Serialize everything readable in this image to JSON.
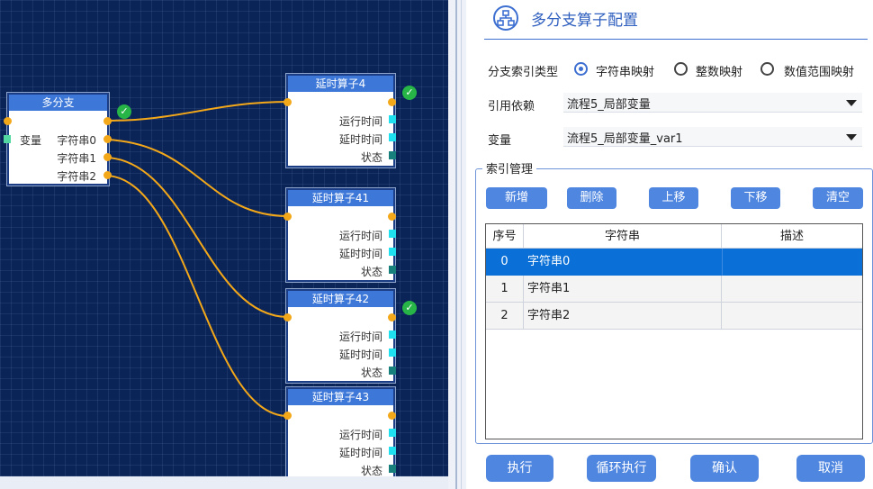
{
  "canvas": {
    "multi_branch_node": {
      "title": "多分支",
      "input_label": "变量",
      "outputs": [
        "字符串0",
        "字符串1",
        "字符串2"
      ]
    },
    "delay_nodes": [
      {
        "title": "延时算子4",
        "rows": [
          "运行时间",
          "延时时间",
          "状态"
        ],
        "checked": true
      },
      {
        "title": "延时算子41",
        "rows": [
          "运行时间",
          "延时时间",
          "状态"
        ],
        "checked": false
      },
      {
        "title": "延时算子42",
        "rows": [
          "运行时间",
          "延时时间",
          "状态"
        ],
        "checked": true
      },
      {
        "title": "延时算子43",
        "rows": [
          "运行时间",
          "延时时间",
          "状态"
        ],
        "checked": false
      }
    ],
    "check_glyph": "✓",
    "colors": {
      "wire": "#f3a81a",
      "background": "#0b2457",
      "node_title": "#3d78d8"
    }
  },
  "panel": {
    "title": "多分支算子配置",
    "logo_icon": "org-chart-icon",
    "branch_type": {
      "label": "分支索引类型",
      "options": [
        "字符串映射",
        "整数映射",
        "数值范围映射"
      ],
      "selected": "字符串映射"
    },
    "dependency": {
      "label": "引用依赖",
      "value": "流程5_局部变量"
    },
    "variable": {
      "label": "变量",
      "value": "流程5_局部变量_var1"
    },
    "index_group": {
      "legend": "索引管理",
      "buttons": {
        "add": "新增",
        "delete": "删除",
        "up": "上移",
        "down": "下移",
        "clear": "清空"
      }
    },
    "table": {
      "headers": [
        "序号",
        "字符串",
        "描述"
      ],
      "rows": [
        {
          "index": "0",
          "string": "字符串0",
          "desc": "",
          "selected": true
        },
        {
          "index": "1",
          "string": "字符串1",
          "desc": "",
          "selected": false
        },
        {
          "index": "2",
          "string": "字符串2",
          "desc": "",
          "selected": false
        }
      ]
    },
    "footer": {
      "execute": "执行",
      "loop_execute": "循环执行",
      "confirm": "确认",
      "cancel": "取消"
    },
    "accent_color": "#4f86e0"
  }
}
